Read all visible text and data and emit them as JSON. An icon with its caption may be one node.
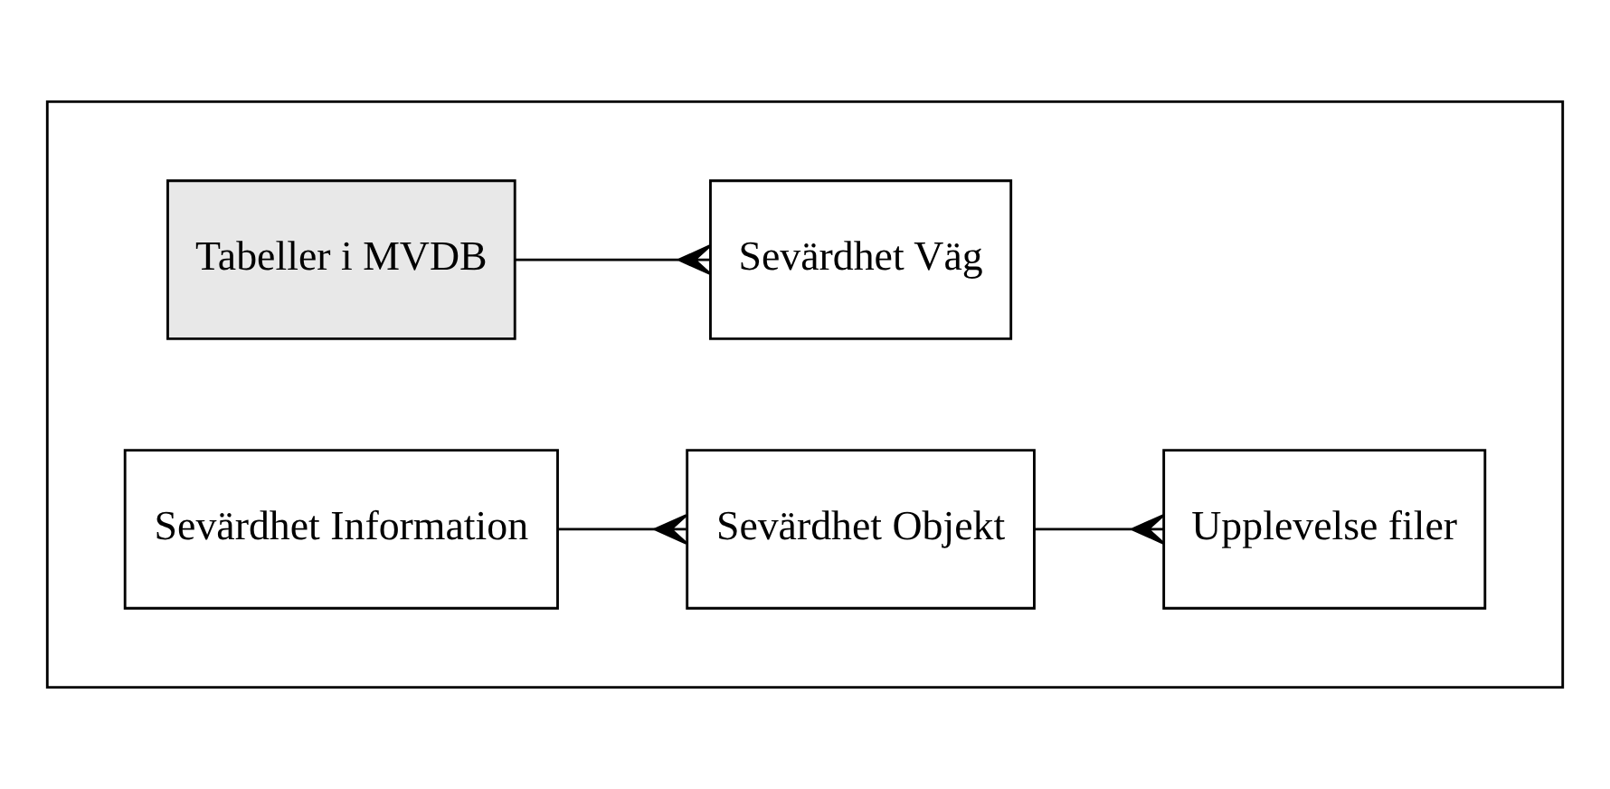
{
  "diagram": {
    "nodes": [
      {
        "text": [],
        "shape": "box"
      },
      {
        "text": [
          "Tabeller i MVDB"
        ],
        "in": 0
      },
      {
        "text": [
          "Sevärdhet Väg"
        ],
        "in": 0
      },
      {
        "text": [
          "Sevärdhet Information"
        ],
        "in": 0
      },
      {
        "text": [
          "Sevärdhet Objekt"
        ],
        "in": 0
      },
      {
        "text": [
          "Upplevelse filer"
        ],
        "in": 0
      }
    ],
    "edges": [
      {
        "from": 1,
        "to": 2,
        "arrow": "other"
      },
      {
        "from": 3,
        "to": 4,
        "arrow": "other"
      },
      {
        "from": 4,
        "to": 5,
        "arrow": "other"
      }
    ]
  }
}
